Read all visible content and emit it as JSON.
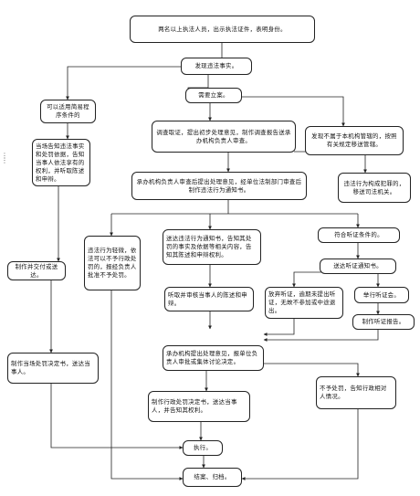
{
  "nodes": {
    "n1": "两名以上执法人员，出示执法证件，表明身份。",
    "n2": "发现违法事实。",
    "n3": "可以适用简易程序条件的",
    "n4": "需要立案。",
    "n5": "调查取证，提出初步处理意见，制作调查报告送承办机构负责人审查。",
    "n6": "发现不属于本机构管辖的，按照有关规定移送管辖。",
    "n7": "当场告知违法事实和处罚依据，告知当事人依法享有的权利，并听取陈述和申辩。",
    "n8": "承办机构负责人审查后提出处理意见，经单位法制部门审查后制作违法行为通知书。",
    "n9": "违法行为构成犯罪的，移送司法机关。",
    "n10": "违法行为轻微，依法可以不予行政处罚的，报经负责人批准不予处罚。",
    "n11": "送达违法行为通知书，告知其处罚的事实及依据等相关内容，告知其陈述和申辩权利。",
    "n12": "符合听证条件的。",
    "n13": "制作并交付或送达。",
    "n14": "送达听证通知书。",
    "n15": "听取并审核当事人的陈述和申辩。",
    "n16": "放弃听证，逾期未提出听证，无故不参加或中途退出。",
    "n17": "举行听证会。",
    "n18": "制作听证报告。",
    "n19": "制作当场处罚决定书，送达当事人。",
    "n20": "承办机构提出处理意见，报单位负责人审批或集体讨论决定。",
    "n21": "不予处罚，告知行政相对人情况。",
    "n22": "制作行政处罚决定书，送达当事人，并告知其权利。",
    "n23": "执行。",
    "n24": "结案、归档。"
  },
  "icons": {
    "drag_handle": "drag-handle-icon"
  },
  "colors": {
    "line": "#222222",
    "box_border": "#222222",
    "background": "#ffffff"
  }
}
